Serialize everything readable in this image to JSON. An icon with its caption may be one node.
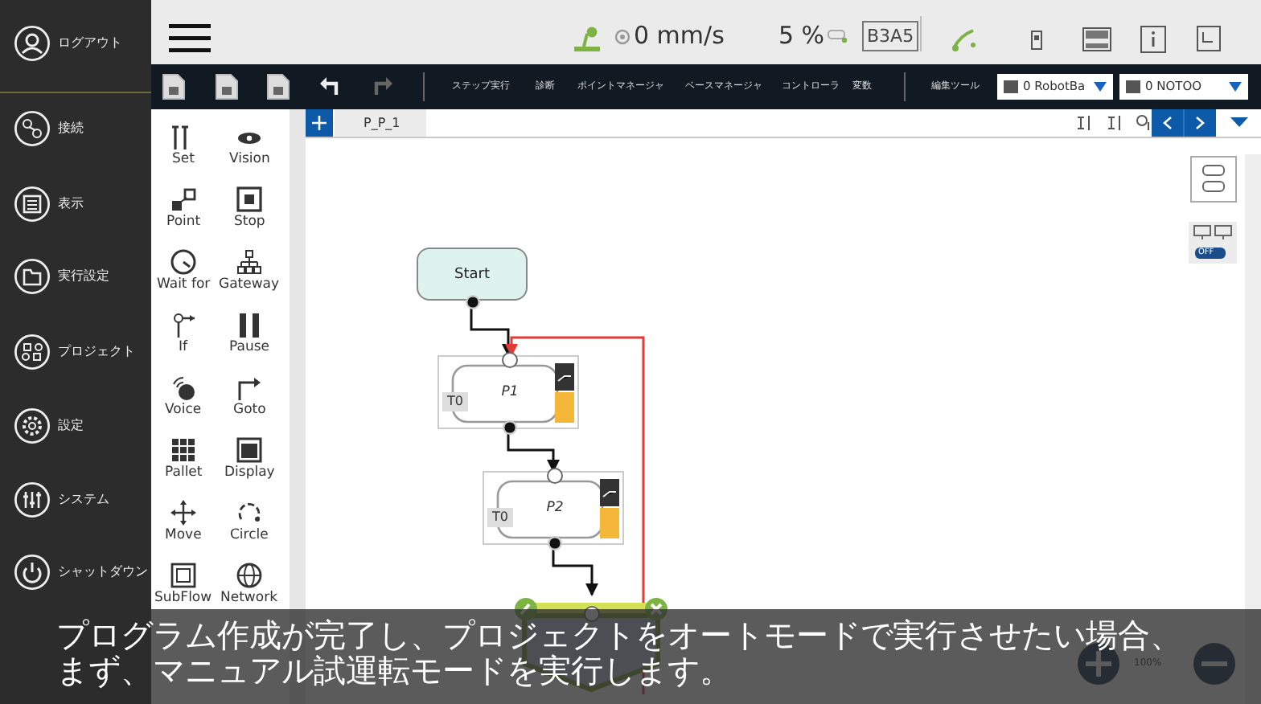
{
  "diagram": {
    "caption": "プログラム作成が完了し、プロジェクトをオートモードで実行させたい場合、まず、マニュアル試運転モードを実行します。",
    "nodes": [
      {
        "text": [
          "Start"
        ]
      },
      {
        "text": [
          "P1",
          "T0"
        ]
      },
      {
        "text": [
          "P2",
          "T0"
        ]
      },
      {
        "text": [],
        "shape": "box"
      }
    ],
    "edges": [
      {
        "from": 0,
        "to": 1,
        "arrow": "to"
      },
      {
        "from": 1,
        "to": 2,
        "arrow": "to"
      },
      {
        "from": 2,
        "to": 3,
        "arrow": "to"
      },
      {
        "from": 3,
        "to": 1,
        "arrow": "to",
        "color": "#e53935"
      }
    ],
    "labels": [
      "ログアウト",
      "接続",
      "表示",
      "実行設定",
      "プロジェクト",
      "設定",
      "システム",
      "シャットダウン",
      "0 mm/s",
      "5 %",
      "B3A5",
      "ステップ実行",
      "診断",
      "ポイントマネージャ",
      "ベースマネージャ",
      "コントローラ",
      "変数",
      "編集ツール",
      "0 RobotBa",
      "0 NOTOO",
      "P_P_1",
      "OFF",
      "Set",
      "Vision",
      "Point",
      "Stop",
      "Wait for",
      "Gateway",
      "If",
      "Pause",
      "Voice",
      "Goto",
      "Pallet",
      "Display",
      "Move",
      "Circle",
      "SubFlow",
      "Network",
      "100%"
    ]
  }
}
